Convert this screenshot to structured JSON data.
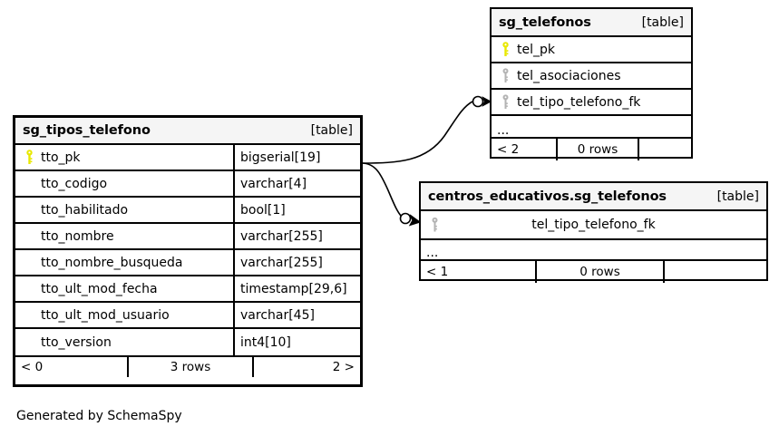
{
  "diagram": {
    "caption": "Generated by SchemaSpy",
    "background": "#ffffff",
    "line_color": "#000000",
    "header_bg": "#f5f5f5",
    "pk_key_color": "#e8e800",
    "fk_key_color": "#b3b3b3"
  },
  "tables": {
    "main": {
      "name": "sg_tipos_telefono",
      "kind": "[table]",
      "columns": [
        {
          "name": "tto_pk",
          "type": "bigserial[19]",
          "key": "primary"
        },
        {
          "name": "tto_codigo",
          "type": "varchar[4]",
          "key": "none"
        },
        {
          "name": "tto_habilitado",
          "type": "bool[1]",
          "key": "none"
        },
        {
          "name": "tto_nombre",
          "type": "varchar[255]",
          "key": "none"
        },
        {
          "name": "tto_nombre_busqueda",
          "type": "varchar[255]",
          "key": "none"
        },
        {
          "name": "tto_ult_mod_fecha",
          "type": "timestamp[29,6]",
          "key": "none"
        },
        {
          "name": "tto_ult_mod_usuario",
          "type": "varchar[45]",
          "key": "none"
        },
        {
          "name": "tto_version",
          "type": "int4[10]",
          "key": "none"
        }
      ],
      "footer": {
        "left": "< 0",
        "middle": "3 rows",
        "right": "2 >"
      }
    },
    "telefonos": {
      "name": "sg_telefonos",
      "kind": "[table]",
      "columns": [
        {
          "name": "tel_pk",
          "key": "primary"
        },
        {
          "name": "tel_asociaciones",
          "key": "foreign"
        },
        {
          "name": "tel_tipo_telefono_fk",
          "key": "foreign"
        }
      ],
      "more": "...",
      "footer": {
        "left": "< 2",
        "middle": "0 rows",
        "right": ""
      }
    },
    "centros": {
      "name": "centros_educativos.sg_telefonos",
      "kind": "[table]",
      "columns": [
        {
          "name": "tel_tipo_telefono_fk",
          "key": "foreign"
        }
      ],
      "more": "...",
      "footer": {
        "left": "< 1",
        "middle": "0 rows",
        "right": ""
      }
    }
  }
}
